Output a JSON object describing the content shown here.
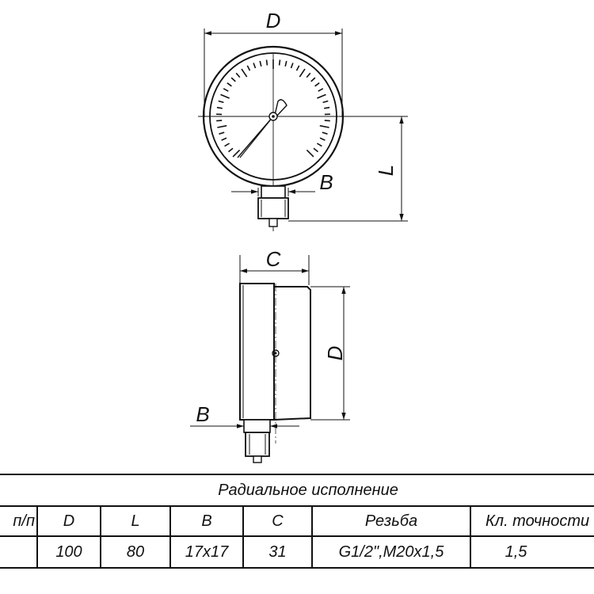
{
  "drawing": {
    "dim_front_diameter": "D",
    "dim_front_length": "L",
    "dim_front_wrench": "B",
    "dim_side_depth": "C",
    "dim_side_diameter": "D",
    "dim_side_wrench": "B"
  },
  "table": {
    "caption": "Радиальное исполнение",
    "headers": [
      "п/п",
      "D",
      "L",
      "B",
      "C",
      "Резьба",
      "Кл. точности"
    ],
    "row": [
      "",
      "100",
      "80",
      "17x17",
      "31",
      "G1/2\",M20x1,5",
      "1,5"
    ]
  }
}
